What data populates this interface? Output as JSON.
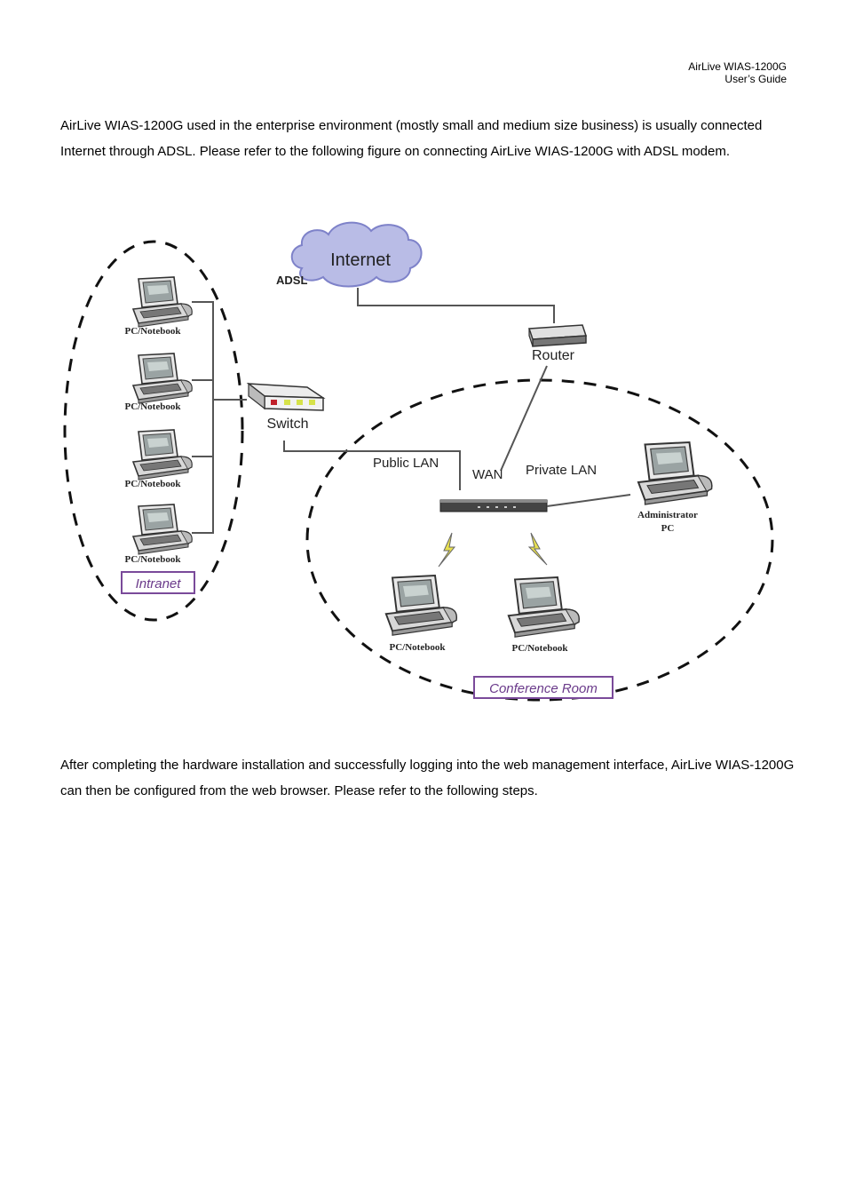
{
  "header": {
    "line1": "AirLive  WIAS-1200G",
    "line2": "User’s  Guide"
  },
  "intro_paragraph": "AirLive WIAS-1200G used in the enterprise environment (mostly small and medium size business) is usually connected Internet through ADSL. Please refer to the following figure on connecting AirLive WIAS-1200G with ADSL modem.",
  "diagram": {
    "internet": "Internet",
    "adsl": "ADSL",
    "router": "Router",
    "switch": "Switch",
    "public_lan": "Public LAN",
    "wan": "WAN",
    "private_lan": "Private LAN",
    "admin_line1": "Administrator",
    "admin_line2": "PC",
    "pc_label": "PC/Notebook",
    "intranet": "Intranet",
    "conference_room": "Conference Room"
  },
  "closing_paragraph": "After completing the hardware installation and successfully logging into the web management interface, AirLive WIAS-1200G can then be configured from the web browser. Please refer to the following steps."
}
